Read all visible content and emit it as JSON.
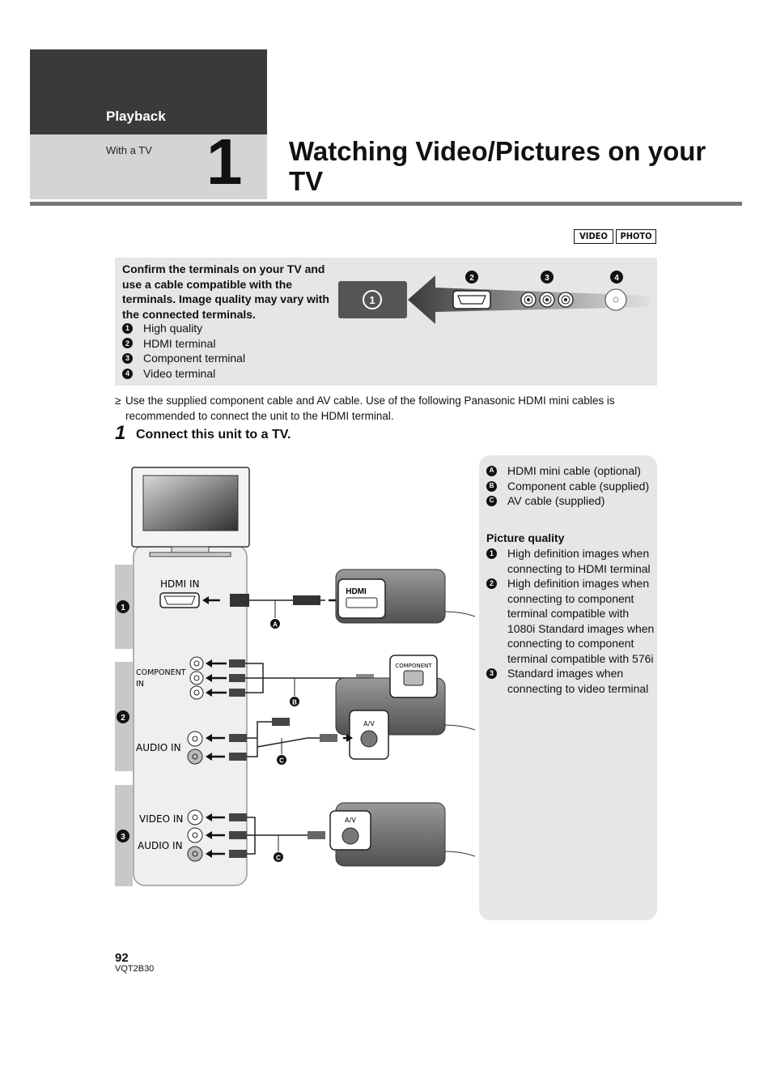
{
  "header": {
    "section": "Playback",
    "subsection": "With a TV",
    "chapter_number": "1",
    "title": "Watching Video/Pictures on your TV"
  },
  "mode_badges": [
    "VIDEO",
    "PHOTO"
  ],
  "terminal_box": {
    "intro": "Confirm the terminals on your TV and use a cable compatible with the terminals. Image quality may vary with the connected terminals.",
    "items": [
      {
        "num": "1",
        "label": "High quality"
      },
      {
        "num": "2",
        "label": "HDMI terminal"
      },
      {
        "num": "3",
        "label": "Component terminal"
      },
      {
        "num": "4",
        "label": "Video terminal"
      }
    ]
  },
  "note": {
    "bullet": "≥",
    "text": "Use the supplied component cable and AV cable. Use of the following Panasonic HDMI mini cables is recommended to connect the unit to the HDMI terminal."
  },
  "step": {
    "number": "1",
    "text": "Connect this unit to a TV."
  },
  "diagram_labels": {
    "hdmi_in": "HDMI IN",
    "component_in": "COMPONENT",
    "component_in_2": "IN",
    "audio_in": "AUDIO IN",
    "video_in": "VIDEO IN",
    "camera_hdmi": "HDMI",
    "camera_component": "COMPONENT",
    "camera_av": "A/V",
    "cable_a": "A",
    "cable_b": "B",
    "cable_c": "C",
    "row_1": "1",
    "row_2": "2",
    "row_3": "3"
  },
  "legend": {
    "cables": [
      {
        "letter": "A",
        "label": "HDMI mini cable (optional)"
      },
      {
        "letter": "B",
        "label": "Component cable (supplied)"
      },
      {
        "letter": "C",
        "label": "AV cable (supplied)"
      }
    ],
    "quality_heading": "Picture quality",
    "quality": [
      {
        "num": "1",
        "label": "High definition images when connecting to HDMI terminal"
      },
      {
        "num": "2",
        "label": "High definition images when connecting to component terminal compatible with 1080i Standard images when connecting to component terminal compatible with 576i"
      },
      {
        "num": "3",
        "label": "Standard images when connecting to video terminal"
      }
    ]
  },
  "footer": {
    "page": "92",
    "code": "VQT2B30"
  }
}
